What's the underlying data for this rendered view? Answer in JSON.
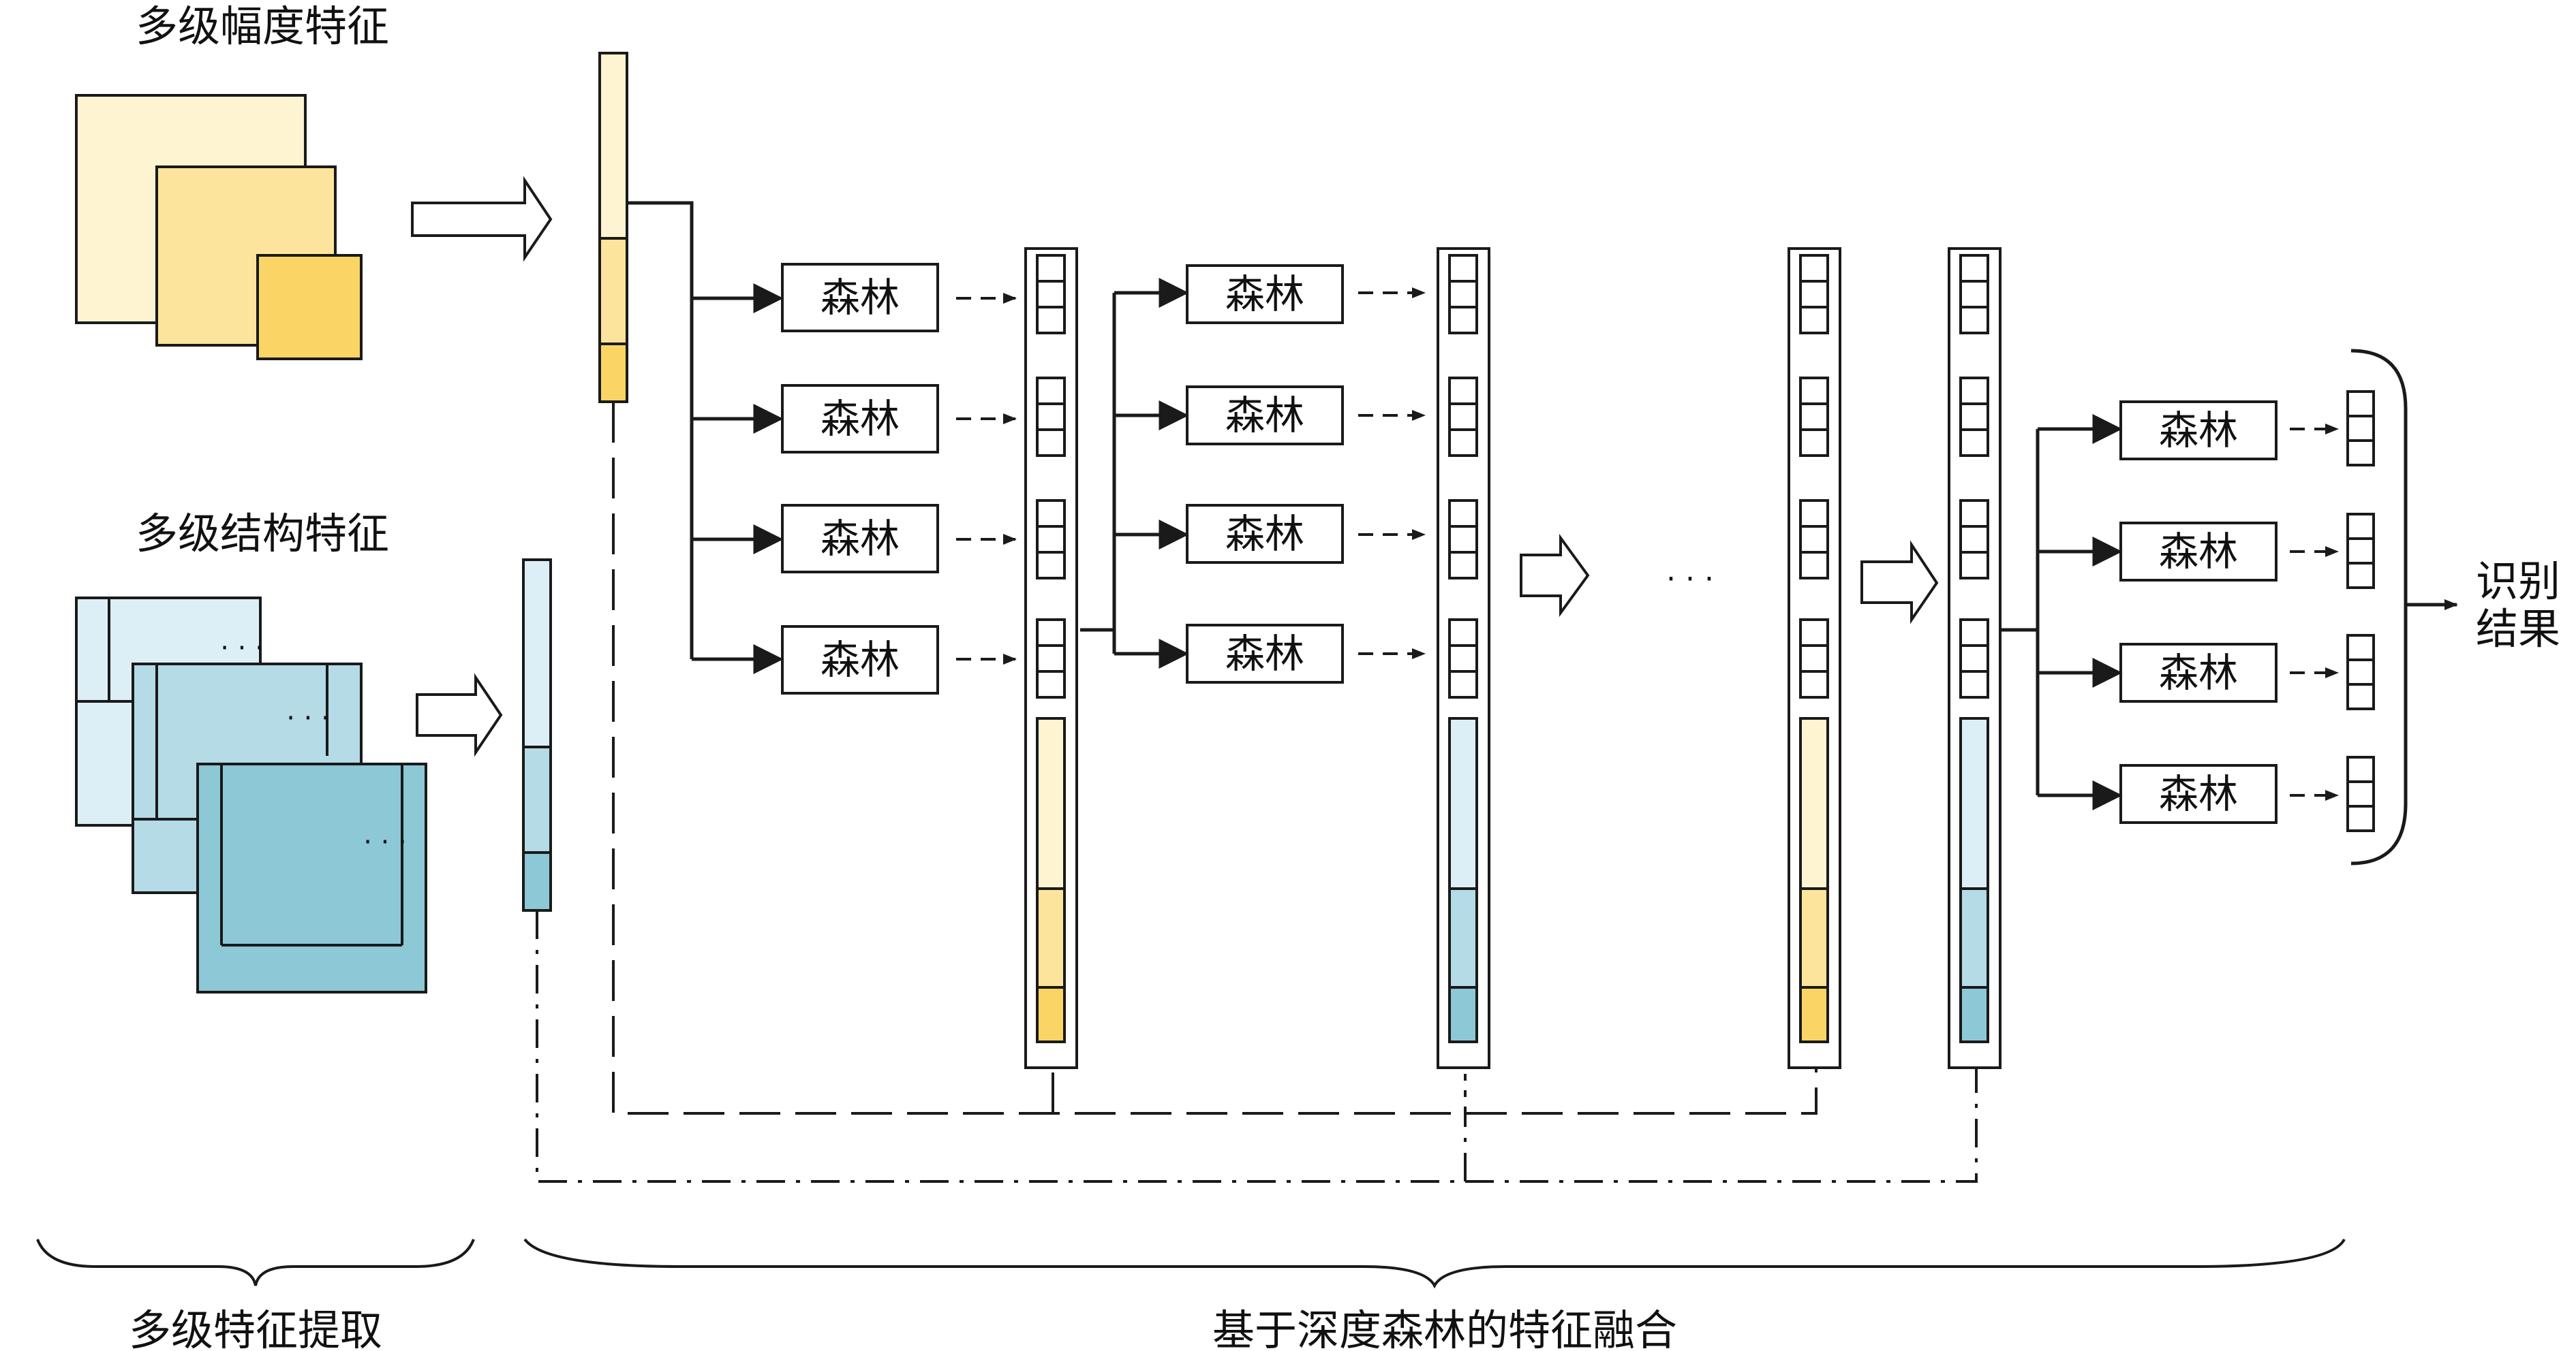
{
  "labels": {
    "amplitude_features": "多级幅度特征",
    "structure_features": "多级结构特征",
    "feature_extraction": "多级特征提取",
    "deep_forest_fusion": "基于深度森林的特征融合",
    "recognition_result_line1": "识别",
    "recognition_result_line2": "结果",
    "ellipsis": "· · ·"
  },
  "forest_label": "森林",
  "colors": {
    "amp_light": "#FEF4D2",
    "amp_mid": "#FCE49C",
    "amp_dark": "#FAD565",
    "struct_light": "#DDEFF6",
    "struct_mid": "#B4DBE6",
    "struct_dark": "#8DC8D6",
    "stroke": "#1a1a1a"
  }
}
